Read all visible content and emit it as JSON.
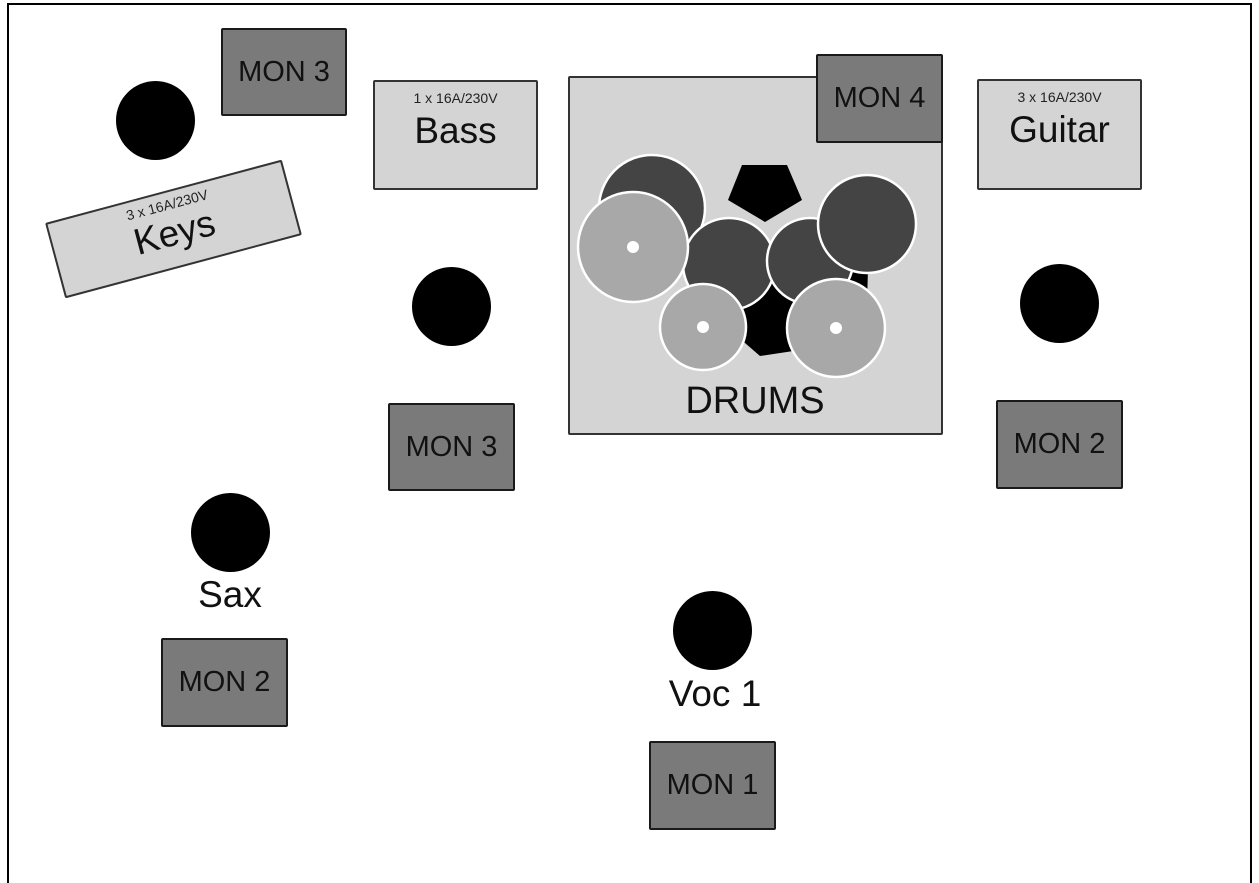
{
  "stage": {
    "monitors": {
      "keys_mon": "MON 3",
      "bass_mon": "MON 3",
      "drums_mon": "MON 4",
      "guitar_mon": "MON 2",
      "sax_mon": "MON 2",
      "voc_mon": "MON 1"
    },
    "amps": {
      "keys": {
        "power": "3 x 16A/230V",
        "name": "Keys"
      },
      "bass": {
        "power": "1 x 16A/230V",
        "name": "Bass"
      },
      "guitar": {
        "power": "3 x 16A/230V",
        "name": "Guitar"
      }
    },
    "drums_label": "DRUMS",
    "performers": {
      "sax": "Sax",
      "voc": "Voc 1"
    }
  },
  "colors": {
    "monitor": "#7a7a7a",
    "amp": "#d4d4d4",
    "drum_shell": "#444444",
    "cymbal": "#a8a8a8",
    "person": "#000000"
  }
}
